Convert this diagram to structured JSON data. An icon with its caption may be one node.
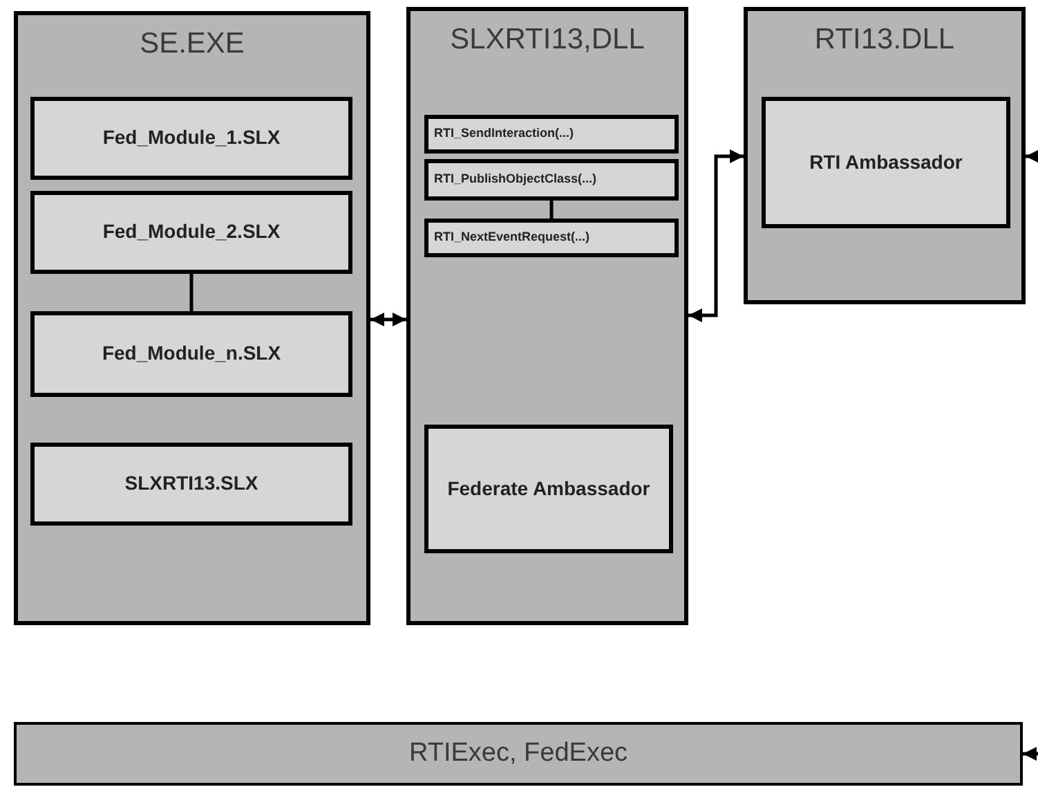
{
  "diagram": {
    "nodes": [
      {
        "text": [
          "SE.EXE"
        ]
      },
      {
        "text": [
          "Fed_Module_1.SLX"
        ],
        "in": 0
      },
      {
        "text": [
          "Fed_Module_2.SLX"
        ],
        "in": 0
      },
      {
        "text": [
          "Fed_Module_n.SLX"
        ],
        "in": 0
      },
      {
        "text": [
          "SLXRTI13.SLX"
        ],
        "in": 0
      },
      {
        "text": [
          "SLXRTI13,DLL"
        ]
      },
      {
        "text": [
          "RTI_SendInteraction(...)"
        ],
        "in": 5
      },
      {
        "text": [
          "RTI_PublishObjectClass(...)"
        ],
        "in": 5
      },
      {
        "text": [
          "RTI_NextEventRequest(...)"
        ],
        "in": 5
      },
      {
        "text": [
          "Federate Ambassador"
        ],
        "in": 5
      },
      {
        "text": [
          "RTI13.DLL"
        ]
      },
      {
        "text": [
          "RTI Ambassador"
        ],
        "in": 10
      },
      {
        "text": [
          "RTIExec, FedExec"
        ]
      }
    ],
    "edges": [
      {
        "from": 2,
        "to": 3,
        "arrow": "none"
      },
      {
        "from": 7,
        "to": 8,
        "arrow": "none"
      },
      {
        "from": 0,
        "to": 5,
        "arrow": "both"
      },
      {
        "from": 5,
        "to": 10,
        "arrow": "both"
      },
      {
        "from": null,
        "to": 10,
        "arrow": "to"
      },
      {
        "from": null,
        "to": 12,
        "arrow": "to"
      }
    ]
  }
}
